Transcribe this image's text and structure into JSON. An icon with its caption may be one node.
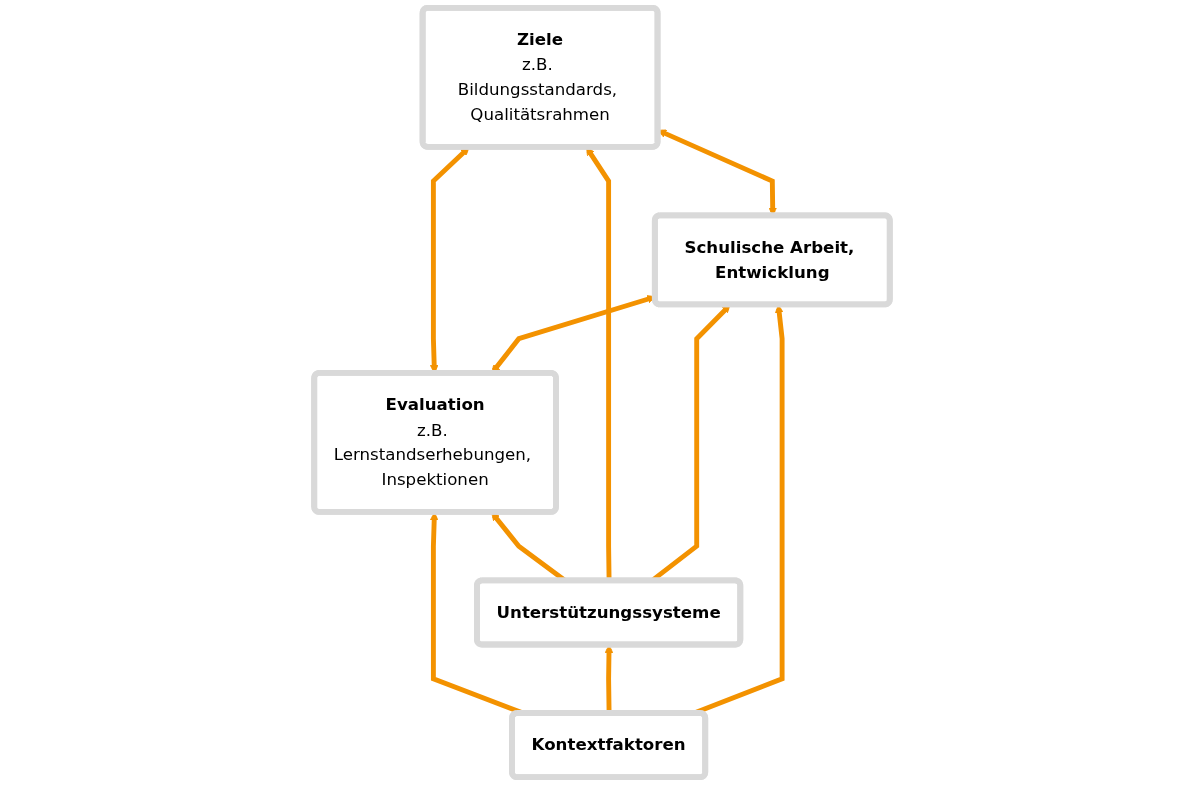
{
  "diagram": {
    "nodes": [
      {
        "text": [
          "Ziele",
          "z.B. Bildungsstandards, Qualitätsrahmen"
        ]
      },
      {
        "text": [
          "Evaluation",
          "z.B. Lernstandserhebungen, Inspektionen"
        ]
      },
      {
        "text": [
          "Schulische Arbeit, Entwicklung"
        ]
      },
      {
        "text": [
          "Unterstützungssysteme"
        ]
      },
      {
        "text": [
          "Kontextfaktoren"
        ]
      }
    ],
    "edges": [
      {
        "from": 1,
        "to": 0,
        "arrow": "both"
      },
      {
        "from": 2,
        "to": 0,
        "arrow": "both"
      },
      {
        "from": 1,
        "to": 2,
        "arrow": "both"
      },
      {
        "from": 3,
        "to": 1,
        "arrow": "to"
      },
      {
        "from": 3,
        "to": 0,
        "arrow": "to"
      },
      {
        "from": 3,
        "to": 2,
        "arrow": "to"
      },
      {
        "from": 4,
        "to": 1,
        "arrow": "to"
      },
      {
        "from": 4,
        "to": 3,
        "arrow": "to"
      },
      {
        "from": 4,
        "to": 2,
        "arrow": "to"
      }
    ]
  }
}
